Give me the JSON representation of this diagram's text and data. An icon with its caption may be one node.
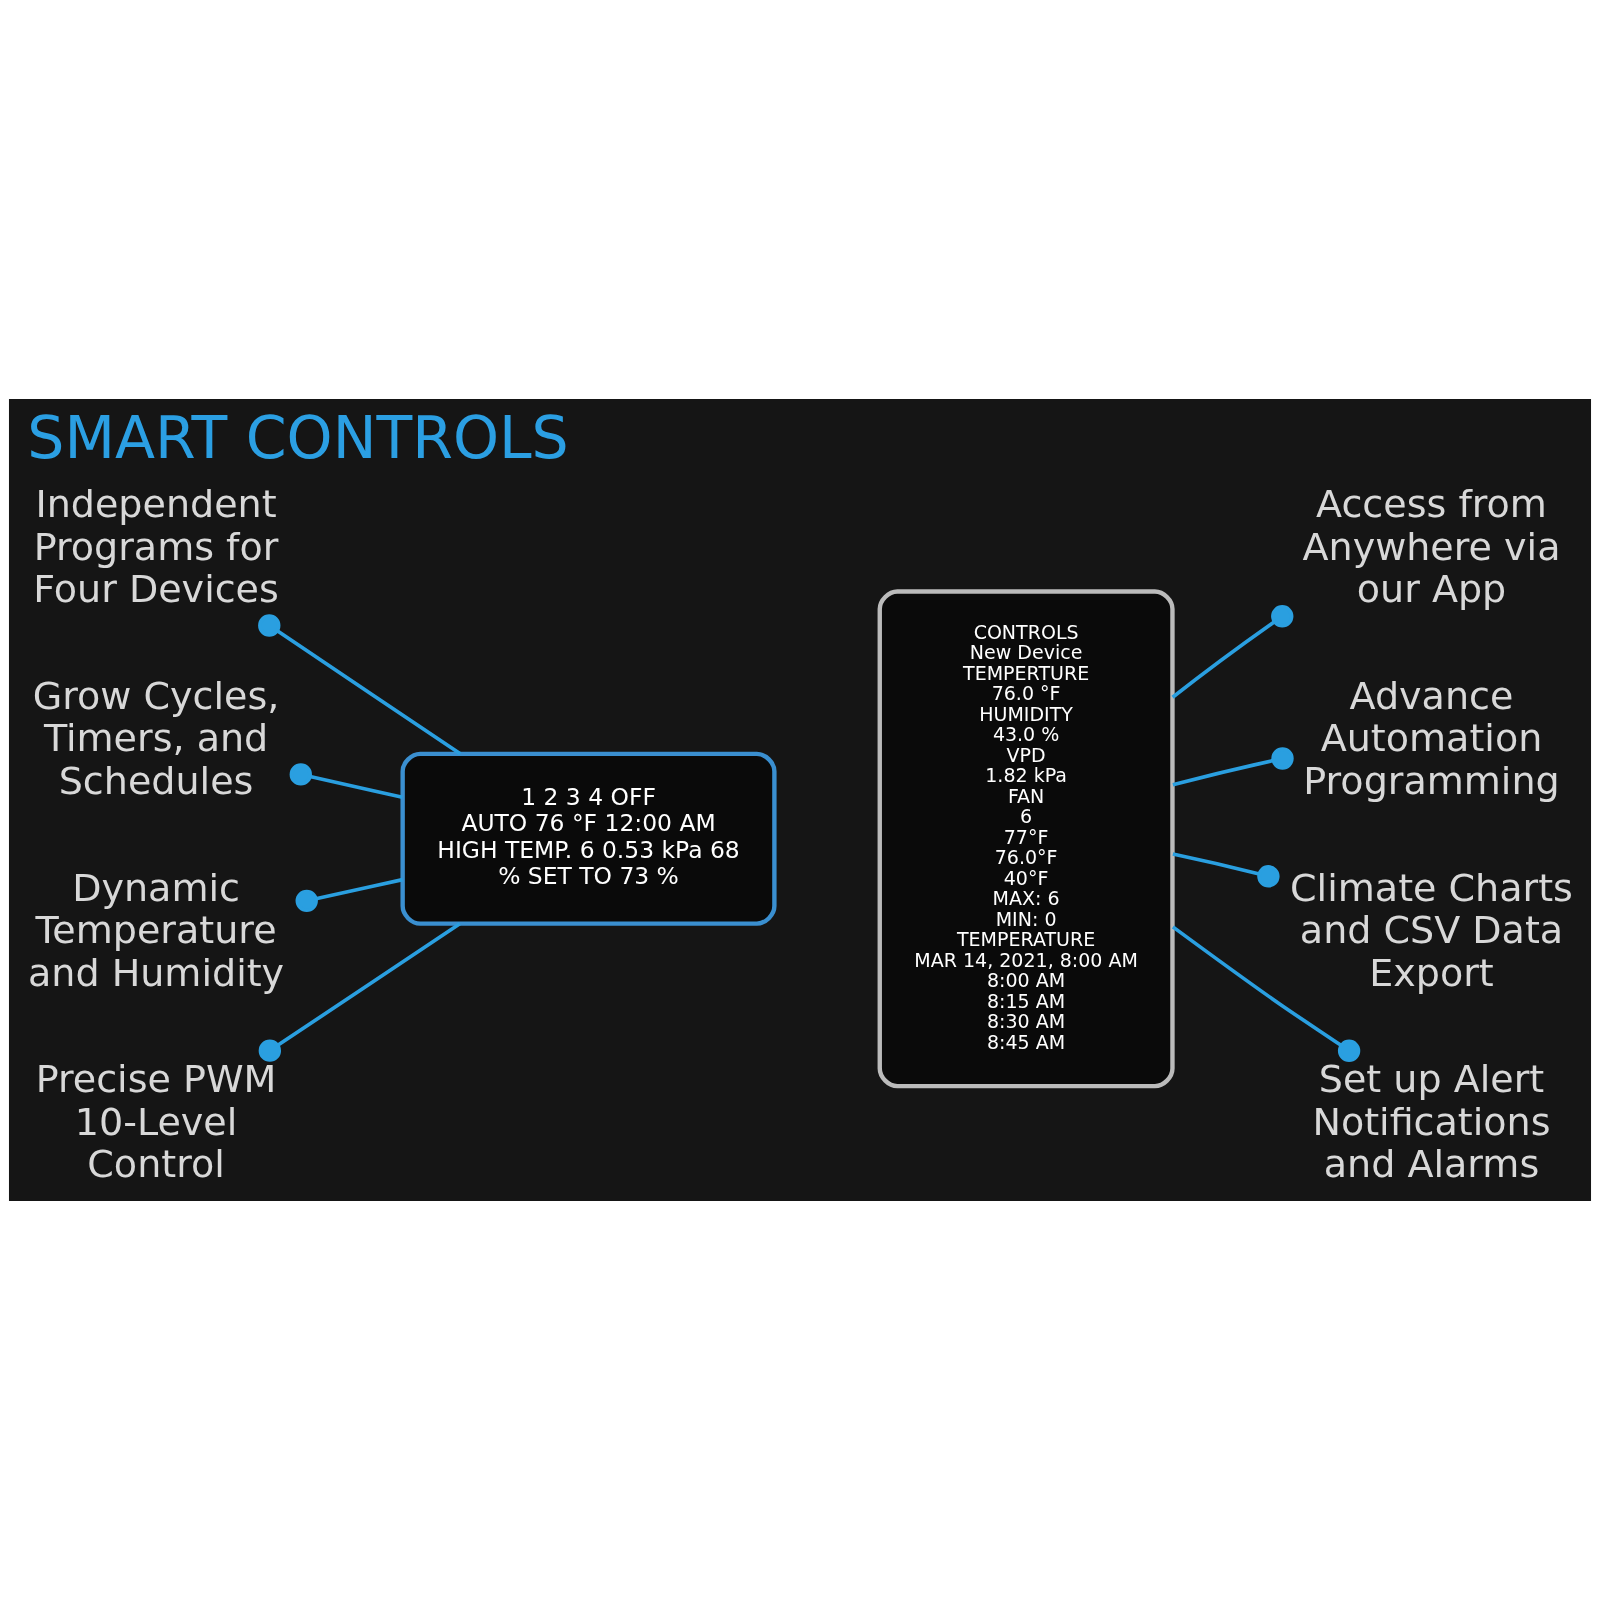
{
  "diagram": {
    "title": "SMART CONTROLS",
    "nodes": [
      {
        "text": [
          "Independent Programs for Four Devices"
        ]
      },
      {
        "text": [
          "Access from Anywhere via our App"
        ]
      },
      {
        "text": [
          "Grow Cycles, Timers, and Schedules"
        ]
      },
      {
        "text": [
          "Advance Automation Programming"
        ]
      },
      {
        "text": [
          "1",
          "2",
          "3",
          "4",
          "OFF",
          "AUTO",
          "76",
          "°F",
          "12:00",
          "AM",
          "HIGH TEMP.",
          "6",
          "0.53",
          "kPa",
          "68",
          "%",
          "SET TO",
          "73",
          "%"
        ]
      },
      {
        "text": [
          "CONTROLS",
          "New Device",
          "TEMPERTURE",
          "76.0 °F",
          "HUMIDITY",
          "43.0 %",
          "VPD",
          "1.82 kPa",
          "FAN",
          "6",
          "77°F",
          "76.0°F",
          "40°F",
          "MAX: 6",
          "MIN: 0",
          "TEMPERATURE",
          "MAR 14, 2021, 8:00 AM",
          "8:00 AM",
          "8:15 AM",
          "8:30 AM",
          "8:45 AM"
        ]
      },
      {
        "text": [
          "Dynamic Temperature and Humidity"
        ]
      },
      {
        "text": [
          "Climate Charts and CSV Data Export"
        ]
      },
      {
        "text": [
          "Precise PWM 10-Level Control"
        ]
      },
      {
        "text": [
          "Set up Alert Notifications and Alarms"
        ]
      }
    ],
    "edges": [
      {
        "from": 0,
        "to": 4,
        "arrow": "other"
      },
      {
        "from": 1,
        "to": 5,
        "arrow": "other"
      },
      {
        "from": 2,
        "to": 4,
        "arrow": "other"
      },
      {
        "from": 3,
        "to": 5,
        "arrow": "other"
      },
      {
        "from": 6,
        "to": 4,
        "arrow": "other"
      },
      {
        "from": 7,
        "to": 5,
        "arrow": "other"
      },
      {
        "from": 8,
        "to": 4,
        "arrow": "other"
      },
      {
        "from": 9,
        "to": 5,
        "arrow": "other"
      }
    ]
  }
}
